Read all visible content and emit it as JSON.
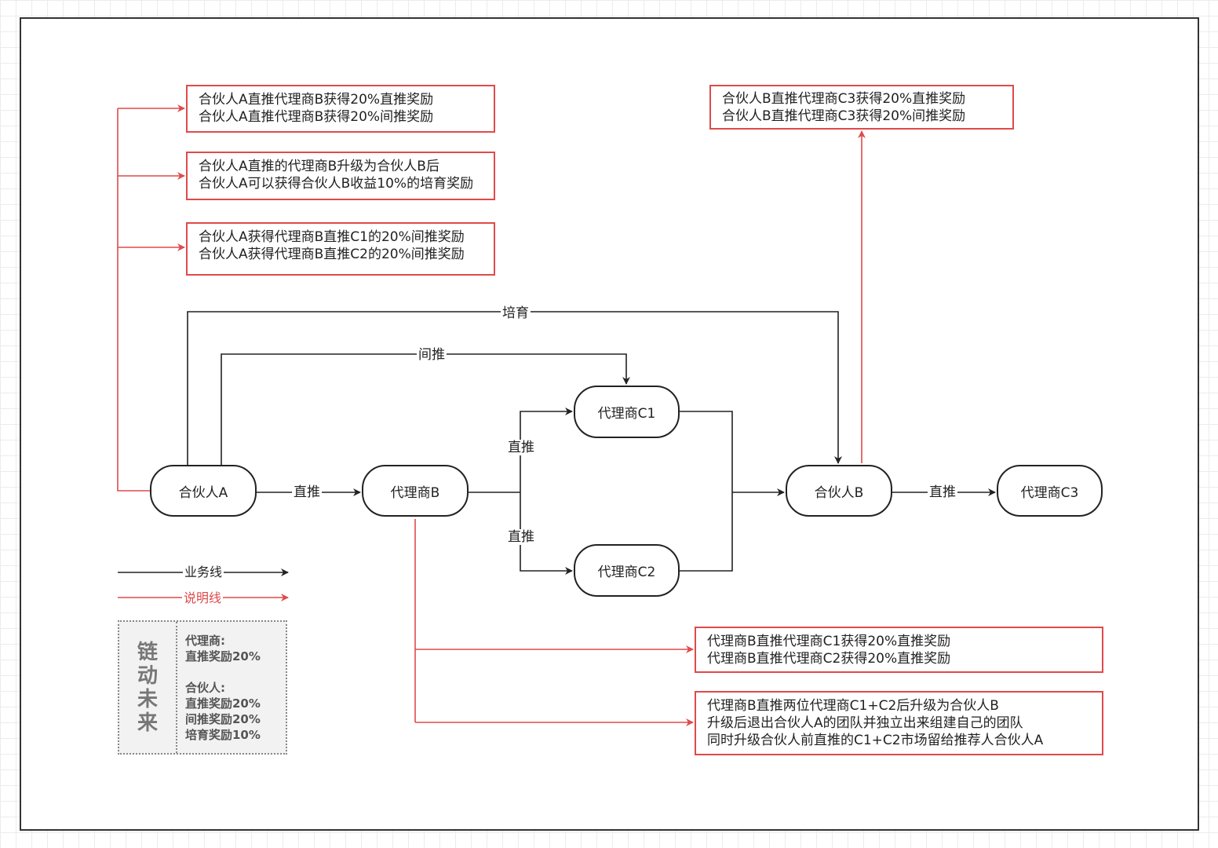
{
  "colors": {
    "business_line": "#222222",
    "note_line": "#e04a4a",
    "note_border": "#e04a4a"
  },
  "nodes": {
    "partner_a": "合伙人A",
    "agent_b": "代理商B",
    "agent_c1": "代理商C1",
    "agent_c2": "代理商C2",
    "partner_b": "合伙人B",
    "agent_c3": "代理商C3"
  },
  "edges": {
    "a_to_b": "直推",
    "b_to_c1": "直推",
    "b_to_c2": "直推",
    "pb_to_c3": "直推",
    "indirect": "间推",
    "cultivate": "培育"
  },
  "notes": {
    "note1": [
      "合伙人A直推代理商B获得20%直推奖励",
      "合伙人A直推代理商B获得20%间推奖励"
    ],
    "note2": [
      "合伙人A直推的代理商B升级为合伙人B后",
      "合伙人A可以获得合伙人B收益10%的培育奖励"
    ],
    "note3": [
      "合伙人A获得代理商B直推C1的20%间推奖励",
      "合伙人A获得代理商B直推C2的20%间推奖励"
    ],
    "note4": [
      "合伙人B直推代理商C3获得20%直推奖励",
      "合伙人B直推代理商C3获得20%间推奖励"
    ],
    "note5": [
      "代理商B直推代理商C1获得20%直推奖励",
      "代理商B直推代理商C2获得20%直推奖励"
    ],
    "note6": [
      "代理商B直推两位代理商C1+C2后升级为合伙人B",
      "升级后退出合伙人A的团队并独立出来组建自己的团队",
      "同时升级合伙人前直推的C1+C2市场留给推荐人合伙人A"
    ]
  },
  "legend": {
    "business": "业务线",
    "note": "说明线"
  },
  "info": {
    "brand": "链动未来",
    "agent_title": "代理商:",
    "agent_direct": "直推奖励20%",
    "partner_title": "合伙人:",
    "partner_direct": "直推奖励20%",
    "partner_indirect": "间推奖励20%",
    "partner_cultivate": "培育奖励10%"
  }
}
